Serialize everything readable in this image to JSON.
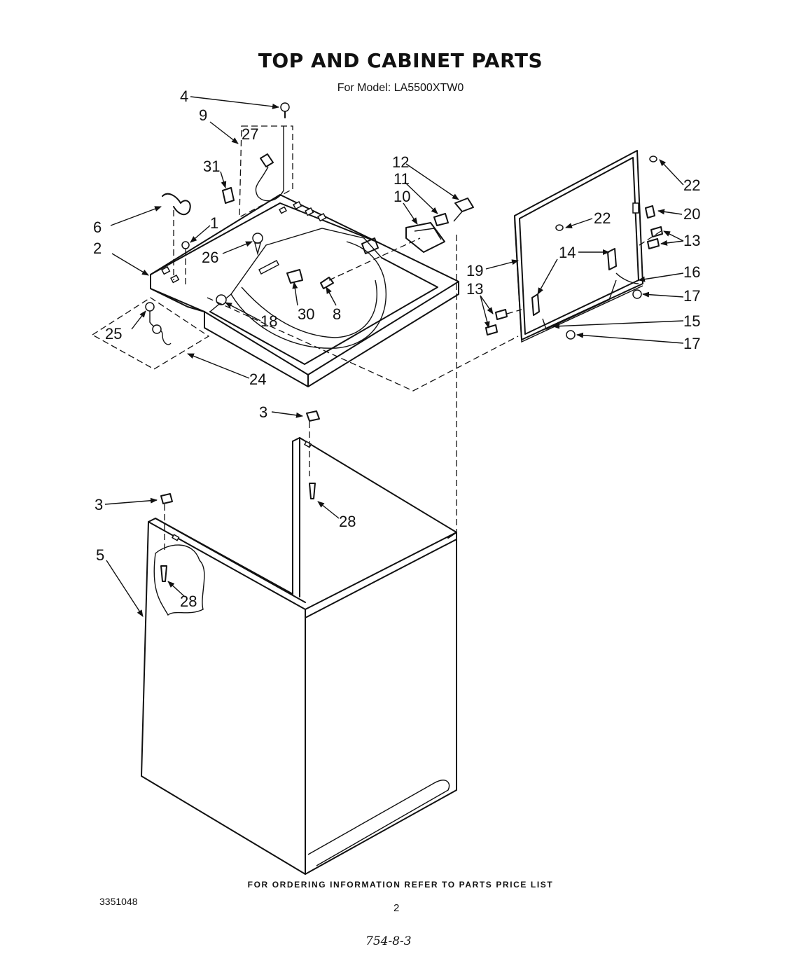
{
  "header": {
    "title": "TOP AND CABINET PARTS",
    "subtitle": "For Model: LA5500XTW0"
  },
  "footer": {
    "ordering_note": "FOR ORDERING INFORMATION REFER TO PARTS PRICE LIST",
    "doc_number": "3351048",
    "page_number": "2",
    "handwritten_note": "754-8-3"
  },
  "callouts": {
    "c1": "1",
    "c2": "2",
    "c3a": "3",
    "c3b": "3",
    "c4": "4",
    "c5": "5",
    "c6": "6",
    "c8": "8",
    "c9": "9",
    "c10": "10",
    "c11": "11",
    "c12": "12",
    "c13a": "13",
    "c13b": "13",
    "c14": "14",
    "c15": "15",
    "c16": "16",
    "c17a": "17",
    "c17b": "17",
    "c18": "18",
    "c19": "19",
    "c20": "20",
    "c22a": "22",
    "c22b": "22",
    "c24": "24",
    "c25": "25",
    "c26": "26",
    "c27": "27",
    "c28a": "28",
    "c28b": "28",
    "c30": "30",
    "c31": "31"
  }
}
